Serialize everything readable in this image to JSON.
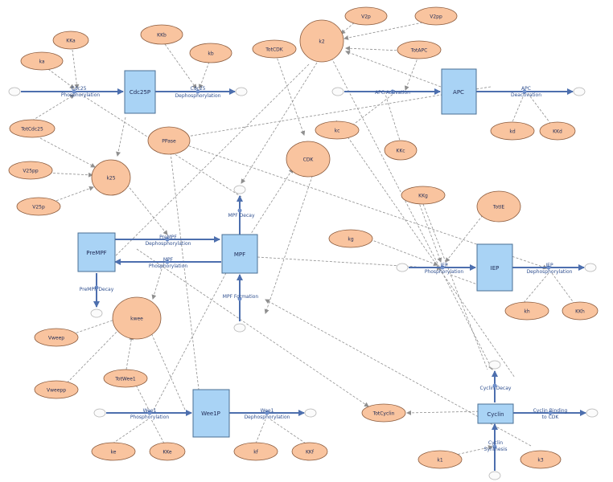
{
  "stocks": {
    "cdc25p": "Cdc25P",
    "apc": "APC",
    "prempf": "PreMPF",
    "mpf": "MPF",
    "iep": "IEP",
    "wee1p": "Wee1P",
    "cyclin": "Cyclin"
  },
  "converters": {
    "kka": "KKa",
    "ka": "ka",
    "kkb": "KKb",
    "kb": "kb",
    "totcdk": "TotCDK",
    "k2": "k2",
    "v2p": "V2p",
    "v2pp": "V2pp",
    "totapc": "TotAPC",
    "totcdc25": "TotCdc25",
    "ppase": "PPase",
    "kc": "kc",
    "kkc": "KKc",
    "kd": "kd",
    "kkd": "KKd",
    "cdk": "CDK",
    "v25pp": "V25pp",
    "k25": "k25",
    "v25p": "V25p",
    "kkg": "KKg",
    "totie": "TotIE",
    "kg": "kg",
    "kh": "kh",
    "kkh": "KKh",
    "kwee": "kwee",
    "vweep": "Vweep",
    "vweepp": "Vweepp",
    "totwee1": "TotWee1",
    "ke": "ke",
    "kke": "KKe",
    "kf": "kf",
    "kkf": "KKf",
    "totcyclin": "TotCyclin",
    "k1": "k1",
    "k3": "k3"
  },
  "flows": {
    "cdc25_phos_1": "Cdc25",
    "cdc25_phos_2": "Phosphorylation",
    "cdc25_dephos_1": "Cdc25",
    "cdc25_dephos_2": "Dephosphorylation",
    "apc_act": "APC Activation",
    "apc_deact_1": "APC",
    "apc_deact_2": "Deactivation",
    "mpf_decay": "MPF Decay",
    "prempf_dephos_1": "PreMPF",
    "prempf_dephos_2": "Dephosphorylation",
    "mpf_phos_1": "MPF",
    "mpf_phos_2": "Phosphorylation",
    "prempf_decay": "PreMPF Decay",
    "mpf_formation": "MPF Formation",
    "iep_phos_1": "IEP",
    "iep_phos_2": "Phosphorylation",
    "iep_dephos_1": "IEP",
    "iep_dephos_2": "Dephosphorylation",
    "cyclin_decay": "Cyclin Decay",
    "wee1_phos_1": "Wee1",
    "wee1_phos_2": "Phosphorylation",
    "wee1_dephos_1": "Wee1",
    "wee1_dephos_2": "Dephosphorylation",
    "cyclin_binding_1": "Cyclin Binding",
    "cyclin_binding_2": "to CDK",
    "cyclin_synth_1": "Cyclin",
    "cyclin_synth_2": "Synthesis"
  },
  "colors": {
    "stock_fill": "#a9d3f5",
    "converter_fill": "#f9c49f",
    "flow_line": "#4d6fae",
    "link_line": "#8f8f8f",
    "label_text": "#1f2a55"
  }
}
